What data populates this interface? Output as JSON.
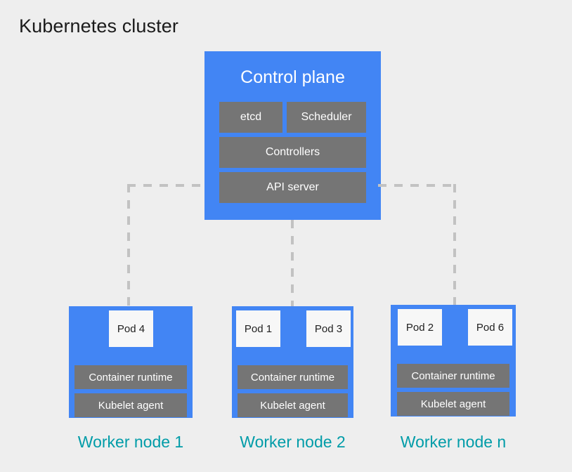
{
  "title": "Kubernetes cluster",
  "colors": {
    "background": "#eeeeee",
    "node_blue": "#4285f4",
    "component_gray": "#757575",
    "pod_white": "#f7f7f7",
    "label_teal": "#009ca8",
    "connector_gray": "#c2c2c2",
    "title_text": "#1b1b1b"
  },
  "control_plane": {
    "title": "Control plane",
    "components": [
      {
        "label": "etcd"
      },
      {
        "label": "Scheduler"
      },
      {
        "label": "Controllers"
      },
      {
        "label": "API server"
      }
    ]
  },
  "worker_nodes": [
    {
      "label": "Worker node 1",
      "pods": [
        {
          "label": "Pod 4"
        }
      ],
      "components": [
        {
          "label": "Container runtime"
        },
        {
          "label": "Kubelet agent"
        }
      ]
    },
    {
      "label": "Worker node 2",
      "pods": [
        {
          "label": "Pod 1"
        },
        {
          "label": "Pod 3"
        }
      ],
      "components": [
        {
          "label": "Container runtime"
        },
        {
          "label": "Kubelet agent"
        }
      ]
    },
    {
      "label": "Worker node n",
      "pods": [
        {
          "label": "Pod 2"
        },
        {
          "label": "Pod 6"
        }
      ],
      "components": [
        {
          "label": "Container runtime"
        },
        {
          "label": "Kubelet agent"
        }
      ]
    }
  ],
  "connectors": [
    {
      "name": "api-server-to-worker-node-1"
    },
    {
      "name": "api-server-to-worker-node-2"
    },
    {
      "name": "api-server-to-worker-node-n"
    }
  ]
}
